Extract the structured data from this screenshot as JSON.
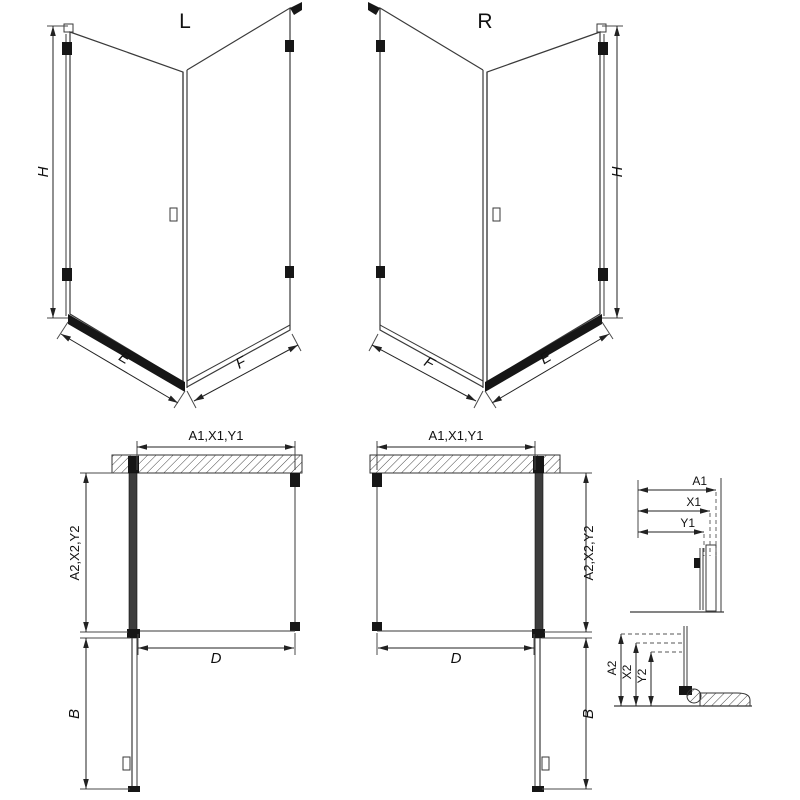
{
  "drawing": {
    "front_views": {
      "left": {
        "label": "L"
      },
      "right": {
        "label": "R"
      }
    },
    "dims": {
      "height": "H",
      "door_side": "E",
      "fixed_side": "F"
    },
    "plan": {
      "top_width": "A1,X1,Y1",
      "side_depth": "A2,X2,Y2",
      "inner_width": "D",
      "door_swing": "B"
    },
    "details": {
      "wall_profile": {
        "a1": "A1",
        "x1": "X1",
        "y1": "Y1"
      },
      "threshold": {
        "a2": "A2",
        "x2": "X2",
        "y2": "Y2"
      }
    }
  }
}
